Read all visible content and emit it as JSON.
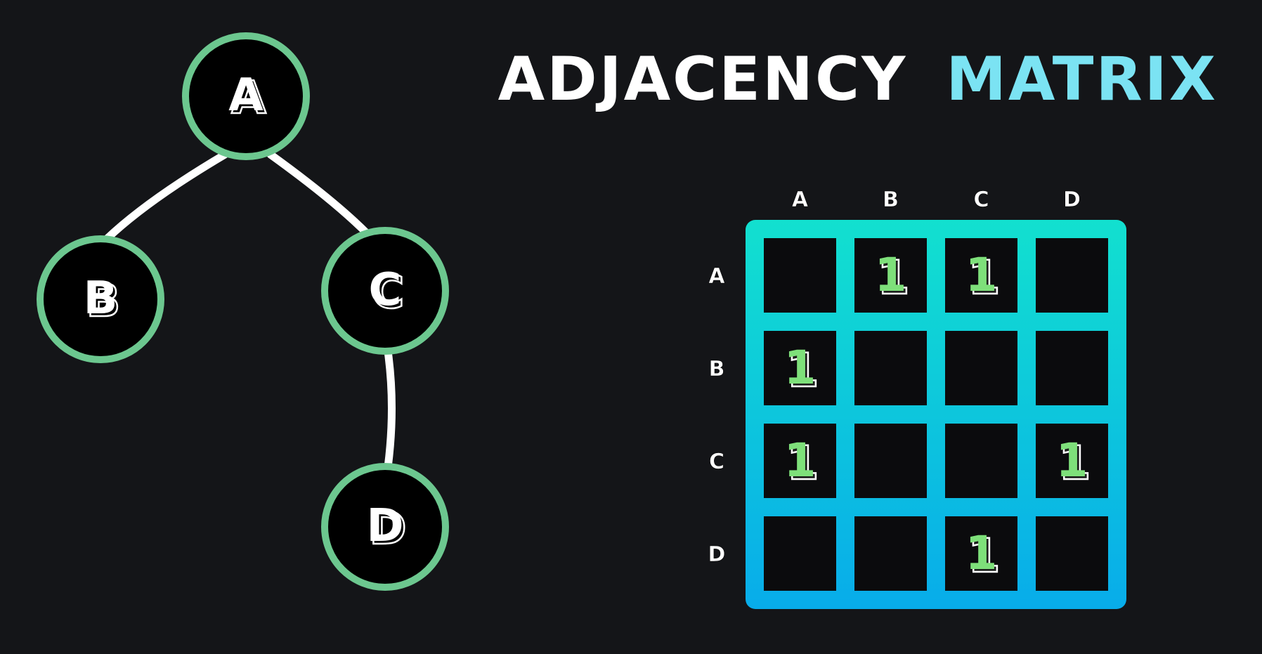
{
  "title": {
    "part1": "ADJACENCY",
    "part2": "MATRIX",
    "color1": "#ffffff",
    "color2": "#7be3f3"
  },
  "colors": {
    "background": "#141518",
    "node_fill": "#000000",
    "node_ring": "#6cc78f",
    "edge": "#ffffff",
    "label": "#ffffff",
    "matrix_gradient_top": "#12e0cf",
    "matrix_gradient_bottom": "#08acea",
    "cell_fill": "#0b0b0d",
    "one_color": "#7ee07a"
  },
  "graph": {
    "nodes": [
      {
        "id": "A",
        "label": "A"
      },
      {
        "id": "B",
        "label": "B"
      },
      {
        "id": "C",
        "label": "C"
      },
      {
        "id": "D",
        "label": "D"
      }
    ],
    "edges": [
      {
        "from": "A",
        "to": "B"
      },
      {
        "from": "A",
        "to": "C"
      },
      {
        "from": "C",
        "to": "D"
      }
    ]
  },
  "matrix": {
    "columns": [
      "A",
      "B",
      "C",
      "D"
    ],
    "rows": [
      "A",
      "B",
      "C",
      "D"
    ],
    "cells": [
      [
        "",
        "1",
        "1",
        ""
      ],
      [
        "1",
        "",
        "",
        ""
      ],
      [
        "1",
        "",
        "",
        "1"
      ],
      [
        "",
        "",
        "1",
        ""
      ]
    ]
  }
}
